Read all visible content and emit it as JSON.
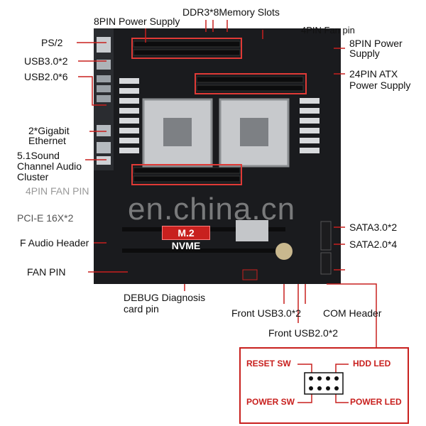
{
  "labels": {
    "pin8_power_left": "8PIN Power Supply",
    "ddr3_slots": "DDR3*8Memory Slots",
    "fan_pin_4": "4PIN Fan pin",
    "pin8_power_right_1": "8PIN Power",
    "pin8_power_right_2": "Supply",
    "ps2": "PS/2",
    "usb30": "USB3.0*2",
    "usb20": "USB2.0*6",
    "atx_1": "24PIN ATX",
    "atx_2": "Power Supply",
    "ethernet_1": "2*Gigabit",
    "ethernet_2": "Ethernet",
    "sound_1": "5.1Sound",
    "sound_2": "Channel Audio",
    "sound_3": "Cluster",
    "fan_pin_4_left": "4PIN FAN PIN",
    "pcie": "PCI-E 16X*2",
    "sata30": "SATA3.0*2",
    "sata20": "SATA2.0*4",
    "f_audio": "F Audio Header",
    "fan_pin": "FAN PIN",
    "debug_1": "DEBUG Diagnosis",
    "debug_2": "card pin",
    "front_usb30": "Front USB3.0*2",
    "com_header": "COM Header",
    "front_usb20": "Front USB2.0*2",
    "m2_badge": "M.2 NVME",
    "watermark": "en.china.cn"
  },
  "front_panel": {
    "reset_sw": "RESET SW",
    "hdd_led": "HDD  LED",
    "power_sw": "POWER SW",
    "power_led": "POWER LED"
  },
  "colors": {
    "accent": "#c8201e",
    "board": "#17181b"
  }
}
